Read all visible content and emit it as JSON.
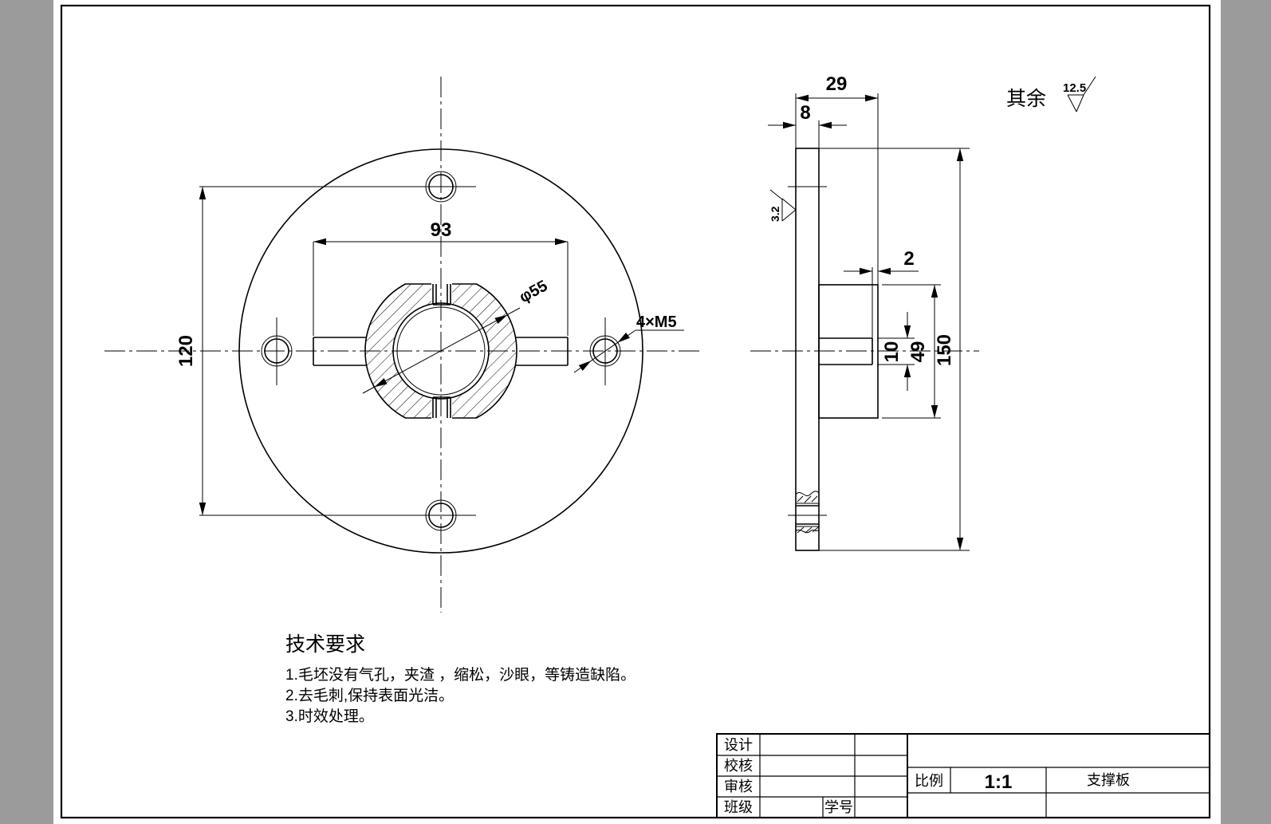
{
  "colors": {
    "canvas_gray": "#9b9b9b",
    "paper": "#ffffff",
    "ink": "#000000"
  },
  "general_note": {
    "prefix": "其余",
    "roughness": "12.5"
  },
  "front_view": {
    "bolt_span": "93",
    "bolt_circle": "120",
    "hub_dia": "φ55",
    "thread_note": "4×M5"
  },
  "side_view": {
    "hub_depth": "29",
    "plate_thk": "8",
    "wall": "2",
    "slot_h": "10",
    "hub_h": "49",
    "height": "150",
    "roughness": "3.2"
  },
  "tech_req": {
    "title": "技术要求",
    "items": [
      "1.毛坯没有气孔，夹渣 ，缩松，沙眼，等铸造缺陷。",
      "2.去毛刺,保持表面光洁。",
      "3.时效处理。"
    ]
  },
  "title_block": {
    "design": "设计",
    "check": "校核",
    "audit": "审核",
    "class": "班级",
    "student_no": "学号",
    "scale_label": "比例",
    "scale_value": "1:1",
    "part_name": "支撑板"
  }
}
